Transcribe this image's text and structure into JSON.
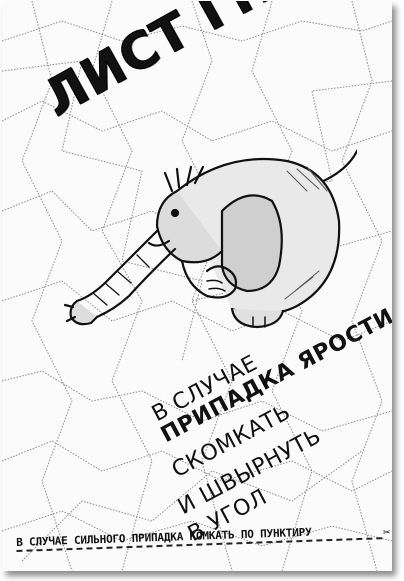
{
  "poster": {
    "title": "ЛИСТ ГНЕВА",
    "lines": [
      "В СЛУЧАЕ",
      "ПРИПАДКА ЯРОСТИ",
      "СКОМКАТЬ",
      "И ШВЫРНУТЬ",
      "В УГОЛ"
    ],
    "footer": "В СЛУЧАЕ СИЛЬНОГО ПРИПАДКА КОМКАТЬ ПО ПУНКТИРУ",
    "icons": [
      "elephant-illustration",
      "scissors-icon"
    ]
  }
}
